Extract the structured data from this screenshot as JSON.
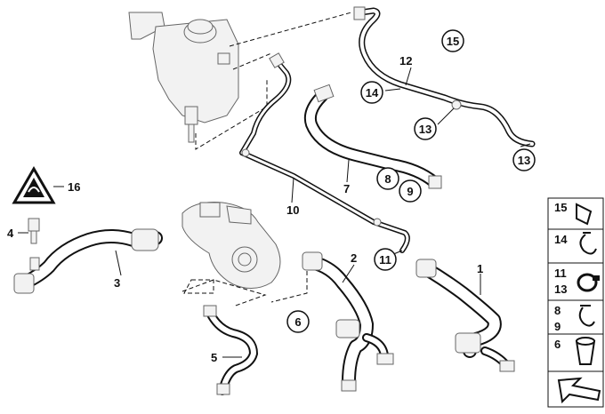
{
  "diagram": {
    "callouts": {
      "c1": "1",
      "c2": "2",
      "c3": "3",
      "c4": "4",
      "c5": "5",
      "c6": "6",
      "c7": "7",
      "c8": "8",
      "c9": "9",
      "c10": "10",
      "c11": "11",
      "c12": "12",
      "c13a": "13",
      "c13b": "13",
      "c14": "14",
      "c15": "15",
      "c16": "16"
    },
    "legend": {
      "rows": [
        {
          "label": "15"
        },
        {
          "label": "14"
        },
        {
          "label": "11\n13"
        },
        {
          "label": "8\n9"
        },
        {
          "label": "6"
        }
      ],
      "l15": "15",
      "l14": "14",
      "l11": "11",
      "l13": "13",
      "l8": "8",
      "l9": "9",
      "l6": "6"
    }
  }
}
